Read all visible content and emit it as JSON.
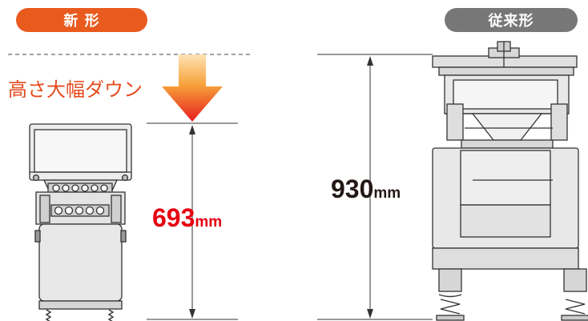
{
  "labels": {
    "new_type": "新 形",
    "old_type": "従来形",
    "height_reduction": "高さ大幅ダウン"
  },
  "dimensions": {
    "new_value": "693",
    "old_value": "930",
    "unit": "mm"
  },
  "colors": {
    "accent_orange": "#e95a1e",
    "dimension_red": "#e60012",
    "badge_gray": "#777777",
    "machine_fill": "#ececec",
    "outline": "#333333"
  }
}
